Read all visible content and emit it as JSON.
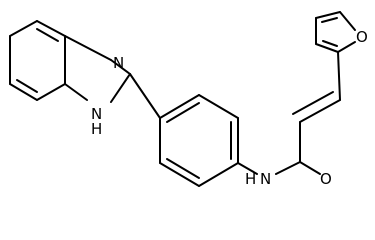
{
  "structure": {
    "atoms": [
      {
        "id": "N3",
        "symbol": "N"
      },
      {
        "id": "N1",
        "symbol": "N",
        "h": "H"
      },
      {
        "id": "N_amide",
        "symbol": "N",
        "h": "H"
      },
      {
        "id": "O_carbonyl",
        "symbol": "O"
      },
      {
        "id": "O_furan",
        "symbol": "O"
      }
    ]
  },
  "colors": {
    "bond": "#000000",
    "text": "#000000",
    "background": "#ffffff"
  }
}
